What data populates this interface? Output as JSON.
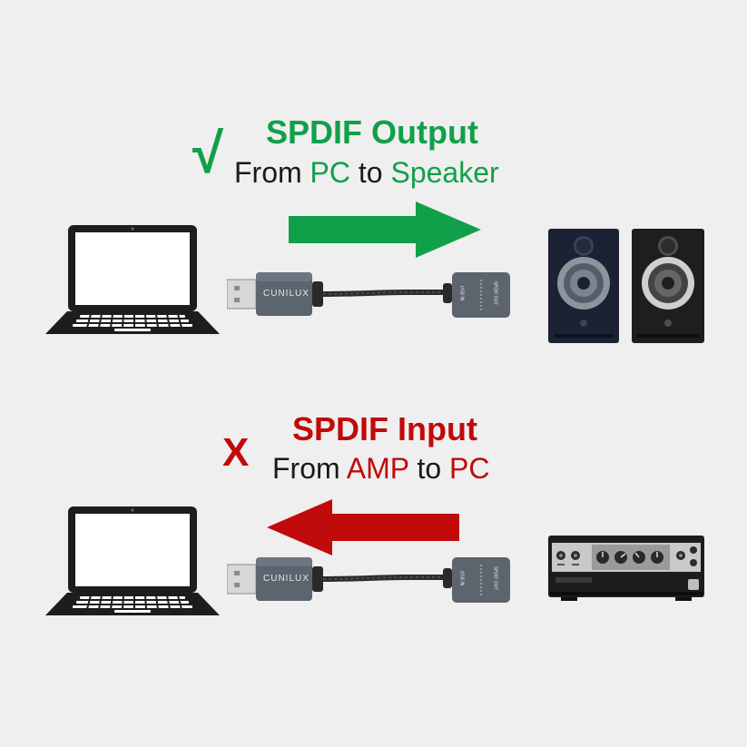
{
  "colors": {
    "green": "#11a04a",
    "red": "#c10a0a",
    "dark": "#1a1a1a",
    "background": "#efefef"
  },
  "top": {
    "mark": "√",
    "title": "SPDIF Output",
    "subtitle": {
      "from": "From",
      "source": "PC",
      "to": "to",
      "target": "Speaker"
    }
  },
  "bottom": {
    "mark": "X",
    "title": "SPDIF Input",
    "subtitle": {
      "from": "From",
      "source": "AMP",
      "to": "to",
      "target": "PC"
    }
  },
  "adapter": {
    "brand": "CUNILUX",
    "port_in": "USB IN",
    "port_out": "SPDIF OUT"
  },
  "icons": [
    "laptop-icon",
    "usb-adapter-icon",
    "speakers-icon",
    "amplifier-icon",
    "arrow-right-icon",
    "arrow-left-icon"
  ]
}
